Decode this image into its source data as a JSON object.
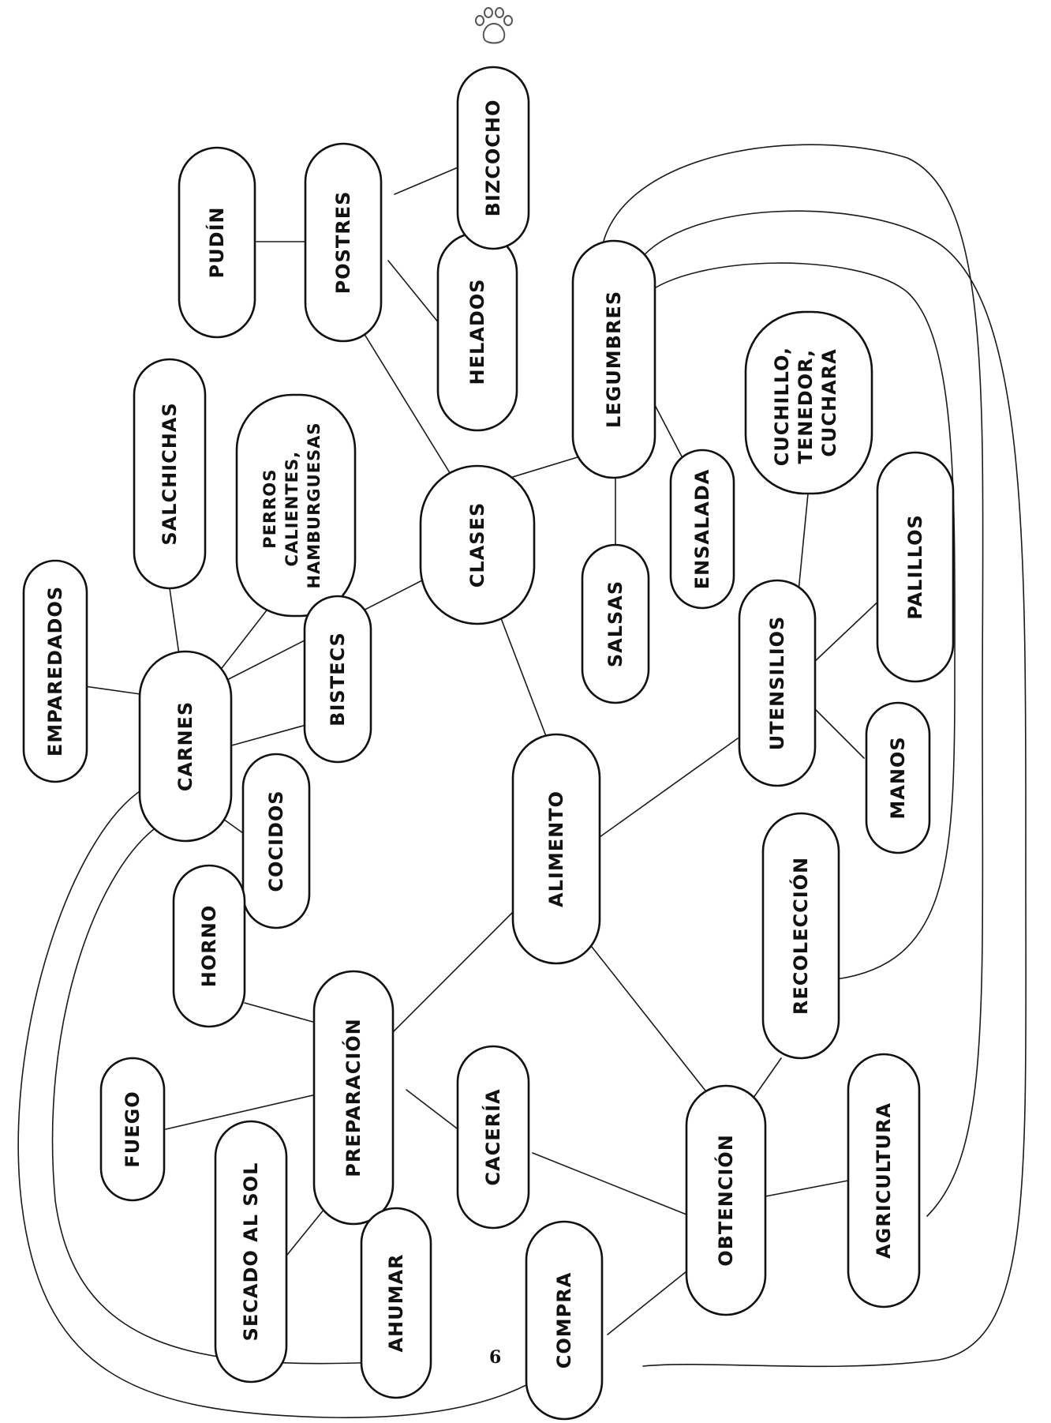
{
  "page_number": "6",
  "nodes": {
    "alimento": "ALIMENTO",
    "clases": "CLASES",
    "carnes": "CARNES",
    "postres": "POSTRES",
    "legumbres": "LEGUMBRES",
    "emparedados": "EMPAREDADOS",
    "salchichas": "SALCHICHAS",
    "perros_line1": "PERROS",
    "perros_line2": "CALIENTES,",
    "perros_line3": "HAMBURGUESAS",
    "bistecs": "BISTECS",
    "cocidos": "COCIDOS",
    "pudin": "PUDÍN",
    "helados": "HELADOS",
    "bizcocho": "BIZCOCHO",
    "salsas": "SALSAS",
    "ensalada": "ENSALADA",
    "cubiertos_line1": "CUCHILLO,",
    "cubiertos_line2": "TENEDOR,",
    "cubiertos_line3": "CUCHARA",
    "utensilios": "UTENSILIOS",
    "palillos": "PALILLOS",
    "manos": "MANOS",
    "preparacion": "PREPARACIÓN",
    "horno": "HORNO",
    "fuego": "FUEGO",
    "secado": "SECADO AL SOL",
    "ahumar": "AHUMAR",
    "caceria": "CACERÍA",
    "obtencion": "OBTENCIÓN",
    "recoleccion": "RECOLECCIÓN",
    "agricultura": "AGRICULTURA",
    "compra": "COMPRA"
  },
  "icons": {
    "paw": "paw-print-icon"
  }
}
